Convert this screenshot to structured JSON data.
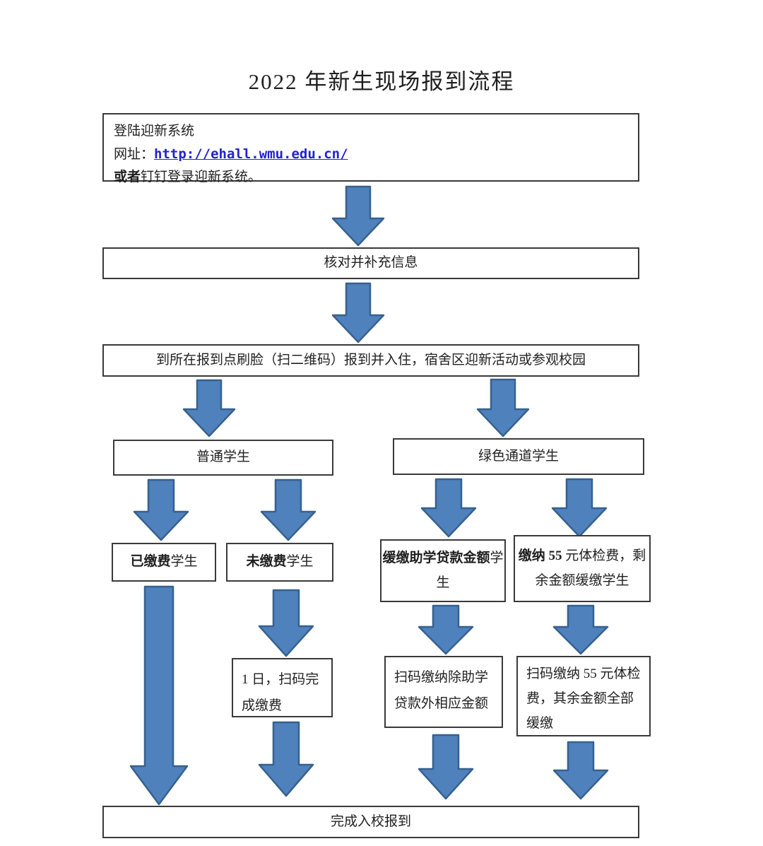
{
  "title": "2022 年新生现场报到流程",
  "colors": {
    "arrow_fill": "#4f81bd",
    "arrow_stroke": "#36618e",
    "box_border": "#3a3a3a",
    "link": "#2222cc",
    "text": "#1f1f1f",
    "background": "#ffffff"
  },
  "nodes": {
    "login": {
      "line1": "登陆迎新系统",
      "url_label": "网址：",
      "url": "http://ehall.wmu.edu.cn/",
      "alt_bold": "或者",
      "alt_rest": "钉钉登录迎新系统。"
    },
    "verify": {
      "label": "核对并补充信息"
    },
    "checkin": {
      "label": "到所在报到点刷脸（扫二维码）报到并入住，宿舍区迎新活动或参观校园"
    },
    "normal": {
      "label": "普通学生"
    },
    "green": {
      "label": "绿色通道学生"
    },
    "paid": {
      "bold": "已缴费",
      "rest": "学生"
    },
    "unpaid": {
      "bold": "未缴费",
      "rest": "学生"
    },
    "defer_loan": {
      "bold": "缓缴助学贷款金额",
      "rest": "学生"
    },
    "pay_55": {
      "bold": "缴纳 55 ",
      "rest": "元体检费，剩余金额缓缴学生"
    },
    "scan_1day": {
      "label": "1 日，扫码完成缴费"
    },
    "scan_except_loan": {
      "label": "扫码缴纳除助学贷款外相应金额"
    },
    "scan_55": {
      "label": "扫码缴纳 55 元体检费，其余金额全部缓缴"
    },
    "finish": {
      "label": "完成入校报到"
    }
  }
}
